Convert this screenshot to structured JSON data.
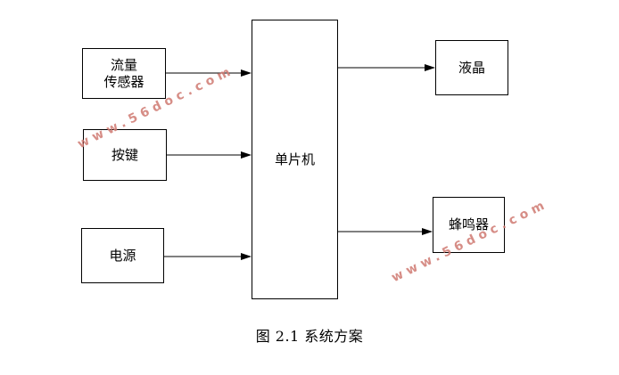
{
  "diagram": {
    "inputs": {
      "flow_sensor": "流量\n传感器",
      "keys": "按键",
      "power": "电源"
    },
    "controller": "单片机",
    "outputs": {
      "lcd": "液晶",
      "buzzer": "蜂鸣器"
    },
    "caption": "图 2.1  系统方案"
  },
  "watermark": {
    "text_1": "www.56doc.com",
    "text_2": "www.56doc.com"
  },
  "colors": {
    "line": "#000000",
    "watermark": "#d07a72"
  }
}
